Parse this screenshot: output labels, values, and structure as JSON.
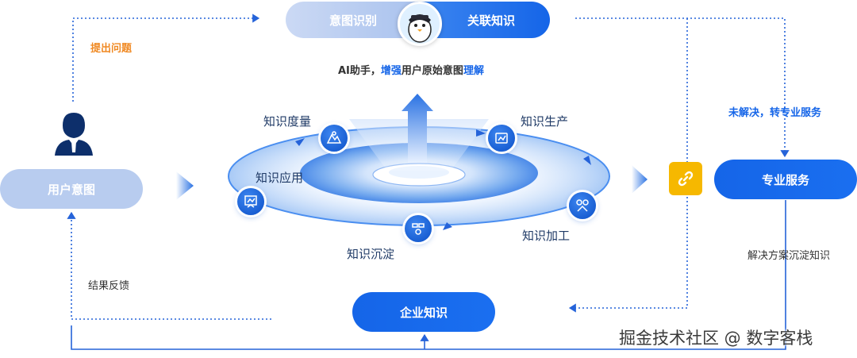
{
  "top": {
    "intent_label": "意图识别",
    "knowledge_label": "关联知识",
    "assistant_caption_pre": "AI助手，",
    "assistant_caption_em": "增强",
    "assistant_caption_mid": "用户原始意图",
    "assistant_caption_em2": "理解",
    "mascot_icon": "penguin-mascot-icon"
  },
  "left": {
    "ask_label": "提出问题",
    "user_intent_label": "用户意图",
    "feedback_label": "结果反馈",
    "user_icon": "user-icon"
  },
  "ring": {
    "measure_label": "知识度量",
    "produce_label": "知识生产",
    "apply_label": "知识应用",
    "process_label": "知识加工",
    "settle_label": "知识沉淀"
  },
  "right": {
    "unsolved_label": "未解决，转专业服务",
    "service_label": "专业服务",
    "solution_label": "解决方案沉淀知识",
    "link_icon": "link-icon"
  },
  "bottom": {
    "enterprise_label": "企业知识"
  },
  "watermark": "掘金技术社区 @ 数字客栈",
  "colors": {
    "primary": "#1565e8",
    "light_blue": "#a9c2ee",
    "orange": "#f08a24",
    "yellow": "#f6b800",
    "dark_navy": "#0d2f6b"
  }
}
